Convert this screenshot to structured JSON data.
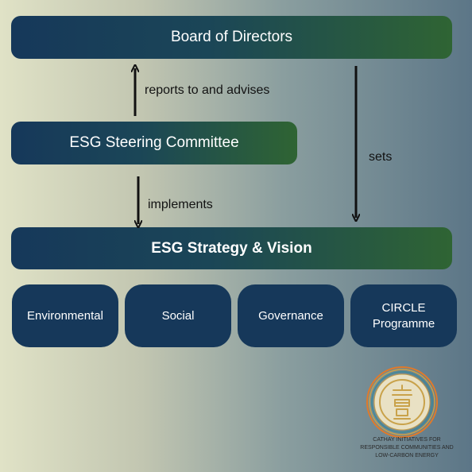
{
  "board": {
    "label": "Board of Directors"
  },
  "steering": {
    "label": "ESG Steering Committee"
  },
  "strategy": {
    "label": "ESG Strategy & Vision"
  },
  "relations": {
    "reports": "reports to and advises",
    "implements": "implements",
    "sets": "sets"
  },
  "pillars": [
    {
      "label": "Environmental"
    },
    {
      "label": "Social"
    },
    {
      "label": "Governance"
    },
    {
      "label": "CIRCLE\nProgramme"
    }
  ],
  "logo": {
    "line1": "CATHAY INITIATIVES FOR",
    "line2": "RESPONSIBLE COMMUNITIES AND",
    "line3": "LOW-CARBON ENERGY"
  },
  "colors": {
    "navy": "#16385a",
    "green": "#2f6433",
    "gold": "#c9a24a",
    "orange": "#e07a2a",
    "teal": "#3a8a9a"
  }
}
